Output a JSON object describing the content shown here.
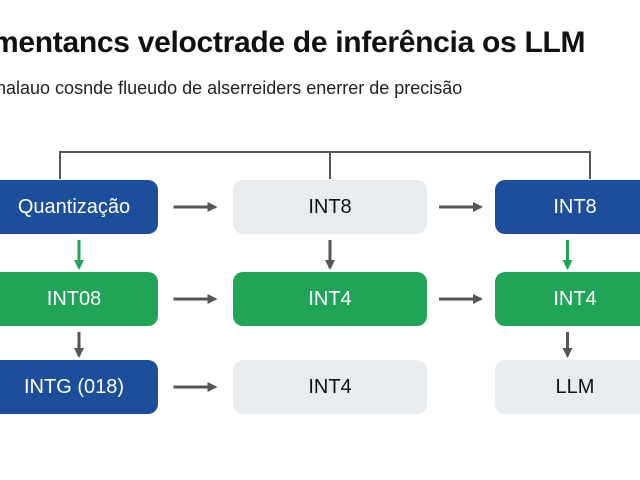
{
  "title": "mentancs veloctrade de inferência os LLM",
  "subtitle": "nalauo cosnde flueudo de alserreiders enerrer  de precisão",
  "colors": {
    "blue": "#1d4e9b",
    "green": "#1fa458",
    "gray": "#e9ecef",
    "connector": "#555555",
    "down_arrow_green": "#1fa458"
  },
  "nodes": [
    {
      "id": "r1c1",
      "label": "Quantização",
      "style": "blue"
    },
    {
      "id": "r1c2",
      "label": "INT8",
      "style": "gray"
    },
    {
      "id": "r1c3",
      "label": "INT8",
      "style": "blue"
    },
    {
      "id": "r2c1",
      "label": "INT08",
      "style": "green"
    },
    {
      "id": "r2c2",
      "label": "INT4",
      "style": "green"
    },
    {
      "id": "r2c3",
      "label": "INT4",
      "style": "green"
    },
    {
      "id": "r3c1",
      "label": "INTG (018)",
      "style": "blue"
    },
    {
      "id": "r3c2",
      "label": "INT4",
      "style": "gray"
    },
    {
      "id": "r3c3",
      "label": "LLM",
      "style": "gray"
    }
  ],
  "edges": [
    {
      "from": "r1c1",
      "to": "r1c2"
    },
    {
      "from": "r1c2",
      "to": "r1c3"
    },
    {
      "from": "r2c1",
      "to": "r2c2"
    },
    {
      "from": "r2c2",
      "to": "r2c3"
    },
    {
      "from": "r3c1",
      "to": "r3c2"
    },
    {
      "from": "r1c1",
      "to": "r2c1",
      "color": "green"
    },
    {
      "from": "r1c2",
      "to": "r2c2"
    },
    {
      "from": "r1c3",
      "to": "r2c3",
      "color": "green"
    },
    {
      "from": "r2c1",
      "to": "r3c1"
    },
    {
      "from": "r2c3",
      "to": "r3c3"
    }
  ]
}
